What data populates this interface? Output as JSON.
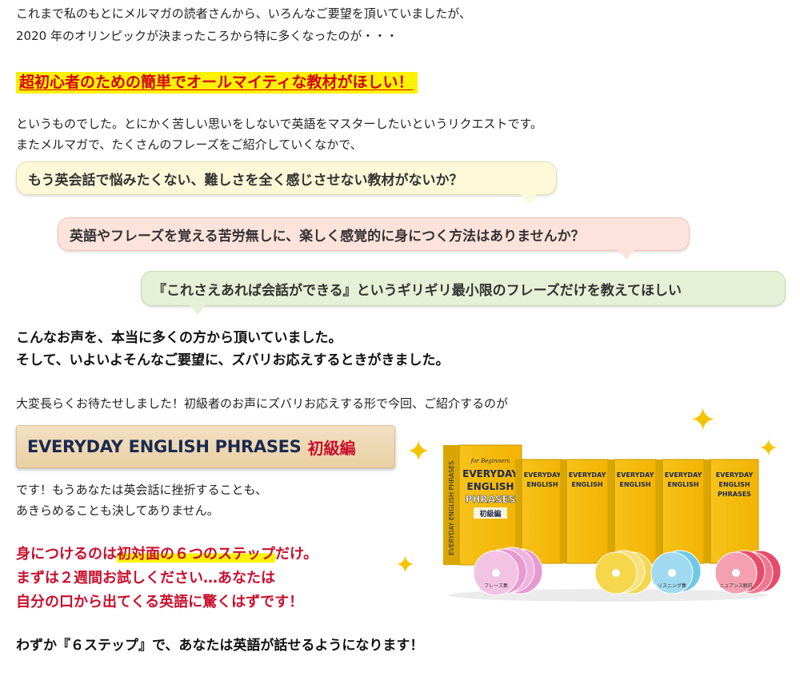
{
  "intro": {
    "line1": "これまで私のもとにメルマガの読者さんから、いろんなご要望を頂いていましたが、",
    "line2": "2020 年のオリンピックが決まったころから特に多くなったのが・・・"
  },
  "highlight_heading": "超初心者のための簡単でオールマイティな教材がほしい！",
  "request": {
    "line1": "というものでした。とにかく苦しい思いをしないで英語をマスターしたいというリクエストです。",
    "line2": "またメルマガで、たくさんのフレーズをご紹介していくなかで、"
  },
  "bubbles": [
    {
      "text": "もう英会話で悩みたくない、難しさを全く感じさせない教材がないか？",
      "color": "#fcf8d8",
      "border": "#e8ddb0"
    },
    {
      "text": "英語やフレーズを覚える苦労無しに、楽しく感覚的に身につく方法はありませんか？",
      "color": "#fde3dc",
      "border": "#f0c2b6"
    },
    {
      "text": "『これさえあれば会話ができる』というギリギリ最小限のフレーズだけを教えてほしい",
      "color": "#e6f0d6",
      "border": "#c8d9ad"
    }
  ],
  "voices": {
    "line1": "こんなお声を、本当に多くの方から頂いていました。",
    "line2": "そして、いよいよそんなご要望に、ズバリお応えするときがきました。"
  },
  "intro_product": "大変長らくお待たせしました！初級者のお声にズバリお応えする形で今回、ご紹介するのが",
  "banner": {
    "english": "EVERYDAY ENGLISH PHRASES",
    "japanese": "初級編"
  },
  "after_banner": {
    "line1": "です！もうあなたは英会話に挫折することも、",
    "line2": "あきらめることも決してありません。"
  },
  "red_block": {
    "line1_pre": "身につけるのは",
    "line1_hl": "初対面の６つのステップ",
    "line1_post": "だけ。",
    "line2": "まずは２週間お試しください…あなたは",
    "line3": "自分の口から出てくる英語に驚くはずです！"
  },
  "closing": "わずか『６ステップ』で、あなたは英語が話せるようになります！",
  "product_image": {
    "box_title_line1": "EVERYDAY",
    "box_title_line2": "ENGLISH",
    "box_title_line3": "PHRASES",
    "box_sub": "初級編",
    "box_tag": "for Beginners",
    "spine_text": "EVERYDAY ENGLISH PHRASES",
    "cd_labels": [
      "フレーズ集",
      "リスニング集",
      "ニュアンス解説"
    ],
    "colors": {
      "box_yellow": "#f6c21a",
      "box_navy": "#1b2a52",
      "cd_pink": "#e79ad0",
      "cd_yellow": "#f6d64a",
      "cd_blue": "#6ec9e8",
      "cd_red": "#e84a6a"
    }
  },
  "colors": {
    "highlight": "#fff200",
    "red": "#c8102e",
    "navy": "#1b2a52",
    "sparkle": "#f5c400"
  }
}
